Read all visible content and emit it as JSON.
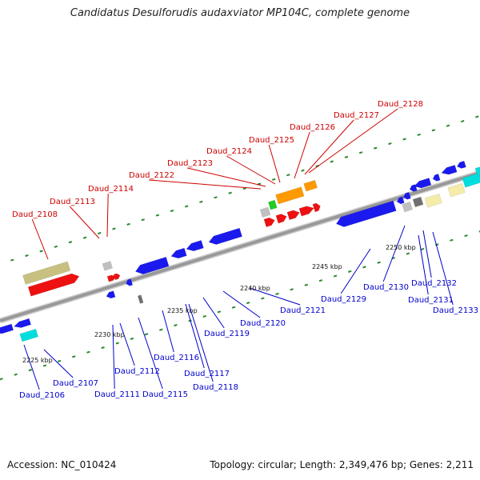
{
  "title": "Candidatus Desulforudis audaxviator MP104C, complete genome",
  "accession": "Accession: NC_010424",
  "summary": "Topology: circular; Length: 2,349,476 bp; Genes: 2,211",
  "colors": {
    "backbone": "#999999",
    "tick": "#2a8a2a",
    "forward_label": "#cc0000",
    "reverse_label": "#0000cc",
    "cds_blue": "#1a1aee",
    "cds_red": "#ee1111",
    "olive": "#c8c080",
    "orange": "#ff9900",
    "cyan": "#00dddd",
    "pale_yellow": "#f4eca8",
    "grey": "#c0c0c0",
    "dark_grey": "#707070",
    "green": "#22cc22"
  },
  "kbp_markers": [
    "2225 kbp",
    "2230 kbp",
    "2235 kbp",
    "2240 kbp",
    "2245 kbp",
    "2250 kbp"
  ],
  "forward_labels": [
    "Daud_2108",
    "Daud_2113",
    "Daud_2114",
    "Daud_2122",
    "Daud_2123",
    "Daud_2124",
    "Daud_2125",
    "Daud_2126",
    "Daud_2127",
    "Daud_2128"
  ],
  "reverse_labels": [
    "Daud_2106",
    "Daud_2107",
    "Daud_2111",
    "Daud_2112",
    "Daud_2115",
    "Daud_2116",
    "Daud_2117",
    "Daud_2118",
    "Daud_2119",
    "Daud_2120",
    "Daud_2121",
    "Daud_2129",
    "Daud_2130",
    "Daud_2131",
    "Daud_2132",
    "Daud_2133"
  ]
}
